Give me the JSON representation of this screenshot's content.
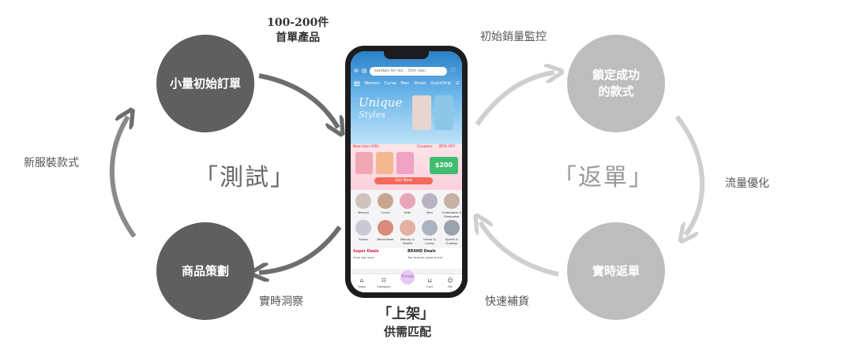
{
  "nodes": {
    "top_left": "小量初始訂單",
    "top_right_line1": "鎖定成功",
    "top_right_line2": "的款式",
    "bottom_left": "商品策劃",
    "bottom_right": "實時返單"
  },
  "edge_labels": {
    "top_left_line1": "100-200件",
    "top_left_line2": "首單產品",
    "top_right": "初始銷量監控",
    "left": "新服裝款式",
    "right": "流量優化",
    "bottom_left": "實時洞察",
    "bottom_right": "快速補貨"
  },
  "phase_labels": {
    "test": "「測試」",
    "reorder": "「返單」",
    "listing": "「上架」",
    "listing_sub": "供需匹配"
  },
  "phone": {
    "search_placeholder": "sandals for wo... Shin ilasi",
    "nav": [
      "All",
      "Women",
      "Curve",
      "Men",
      "Shoes",
      "QuickShip"
    ],
    "banner_line1": "Unique",
    "banner_line2": "Styles",
    "promo_title": "New User Gifts",
    "promo_coupons": "Coupons",
    "promo_off": "85% OFF",
    "promo_amount": "$200",
    "promo_button": "Get Now",
    "categories_row1": [
      "Women",
      "Curve",
      "Kids",
      "Men",
      "Underwear & Sleepwear"
    ],
    "categories_row2": [
      "Shoes",
      "Beachwear",
      "Beauty & Health",
      "Home & Living",
      "Sports & Outdoor"
    ],
    "deals_left_title": "Super Deals",
    "deals_left_sub": "Save big now!",
    "deals_right_title": "BRAND Deals",
    "deals_right_sub": "Top brands, good price!",
    "tabs": [
      "Shop",
      "Category",
      "Cart",
      "Me"
    ],
    "trendy": "Trendy"
  },
  "colors": {
    "dark_node": "#5f5f60",
    "light_node": "#bdbdbd",
    "dark_arrow": "#6d6d6d",
    "light_arrow": "#cfcfcf"
  }
}
